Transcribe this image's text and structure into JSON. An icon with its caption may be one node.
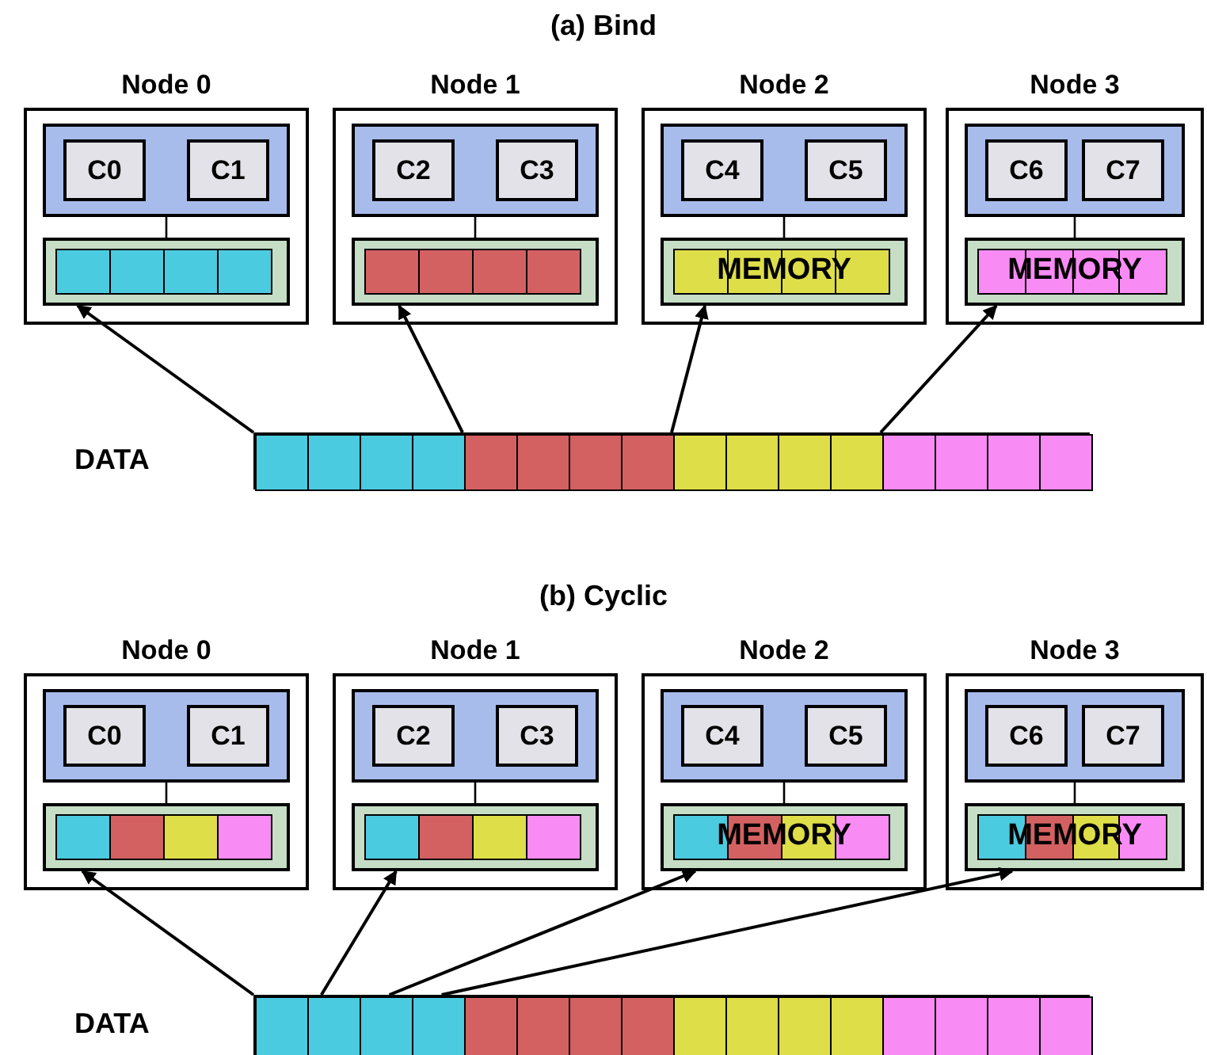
{
  "diagram": {
    "nodes": [
      {
        "text": [
          "Node 0"
        ]
      },
      {
        "text": [],
        "shape": "box",
        "in": 0
      },
      {
        "text": [
          "C0"
        ],
        "in": 1
      },
      {
        "text": [
          "C1"
        ],
        "in": 1
      },
      {
        "text": [],
        "shape": "box",
        "in": 0
      },
      {
        "text": [
          "Node 1"
        ]
      },
      {
        "text": [],
        "shape": "box",
        "in": 5
      },
      {
        "text": [
          "C2"
        ],
        "in": 6
      },
      {
        "text": [
          "C3"
        ],
        "in": 6
      },
      {
        "text": [],
        "shape": "box",
        "in": 5
      },
      {
        "text": [
          "Node 2"
        ]
      },
      {
        "text": [],
        "shape": "box",
        "in": 10
      },
      {
        "text": [
          "C4"
        ],
        "in": 11
      },
      {
        "text": [
          "C5"
        ],
        "in": 11
      },
      {
        "text": [
          "MEMORY"
        ],
        "in": 10
      },
      {
        "text": [
          "Node 3"
        ]
      },
      {
        "text": [],
        "shape": "box",
        "in": 15
      },
      {
        "text": [
          "C6"
        ],
        "in": 16
      },
      {
        "text": [
          "C7"
        ],
        "in": 16
      },
      {
        "text": [
          "MEMORY"
        ],
        "in": 15
      },
      {
        "text": [],
        "shape": "bar"
      },
      {
        "text": [
          "Node 0"
        ]
      },
      {
        "text": [],
        "shape": "box",
        "in": 21
      },
      {
        "text": [
          "C0"
        ],
        "in": 22
      },
      {
        "text": [
          "C1"
        ],
        "in": 22
      },
      {
        "text": [],
        "shape": "box",
        "in": 21
      },
      {
        "text": [
          "Node 1"
        ]
      },
      {
        "text": [],
        "shape": "box",
        "in": 26
      },
      {
        "text": [
          "C2"
        ],
        "in": 27
      },
      {
        "text": [
          "C3"
        ],
        "in": 27
      },
      {
        "text": [],
        "shape": "box",
        "in": 26
      },
      {
        "text": [
          "Node 2"
        ]
      },
      {
        "text": [],
        "shape": "box",
        "in": 31
      },
      {
        "text": [
          "C4"
        ],
        "in": 32
      },
      {
        "text": [
          "C5"
        ],
        "in": 32
      },
      {
        "text": [
          "MEMORY"
        ],
        "in": 31
      },
      {
        "text": [
          "Node 3"
        ]
      },
      {
        "text": [],
        "shape": "box",
        "in": 36
      },
      {
        "text": [
          "C6"
        ],
        "in": 37
      },
      {
        "text": [
          "C7"
        ],
        "in": 37
      },
      {
        "text": [
          "MEMORY"
        ],
        "in": 36
      },
      {
        "text": [],
        "shape": "bar"
      }
    ],
    "edges": [
      {
        "from": 1,
        "to": 4,
        "arrow": "none"
      },
      {
        "from": 6,
        "to": 9,
        "arrow": "none"
      },
      {
        "from": 11,
        "to": 14,
        "arrow": "none"
      },
      {
        "from": 16,
        "to": 19,
        "arrow": "none"
      },
      {
        "from": 20,
        "to": 4,
        "arrow": "to"
      },
      {
        "from": 20,
        "to": 9,
        "arrow": "to"
      },
      {
        "from": 20,
        "to": 14,
        "arrow": "to"
      },
      {
        "from": 20,
        "to": 19,
        "arrow": "to"
      },
      {
        "from": 22,
        "to": 25,
        "arrow": "none"
      },
      {
        "from": 27,
        "to": 30,
        "arrow": "none"
      },
      {
        "from": 32,
        "to": 35,
        "arrow": "none"
      },
      {
        "from": 37,
        "to": 40,
        "arrow": "none"
      },
      {
        "from": 41,
        "to": 25,
        "arrow": "to"
      },
      {
        "from": 41,
        "to": 30,
        "arrow": "to"
      },
      {
        "from": 41,
        "to": 35,
        "arrow": "to"
      },
      {
        "from": 41,
        "to": 40,
        "arrow": "to"
      }
    ],
    "labels": [
      "(a) Bind",
      "DATA",
      "(b) Cyclic",
      "DATA"
    ]
  }
}
